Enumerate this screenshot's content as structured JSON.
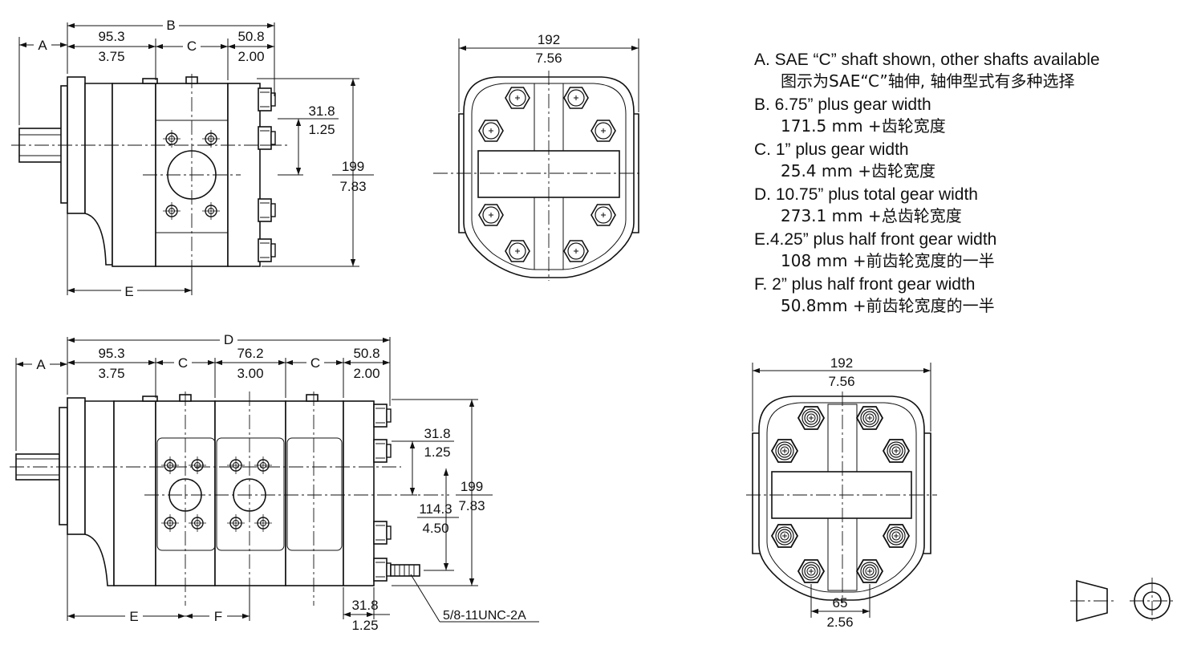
{
  "dims": {
    "a": "A",
    "b": "B",
    "c": "C",
    "d": "D",
    "e": "E",
    "f": "F",
    "d95": "95.3",
    "d375": "3.75",
    "d508": "50.8",
    "d200": "2.00",
    "d318": "31.8",
    "d125": "1.25",
    "d199": "199",
    "d783": "7.83",
    "d762": "76.2",
    "d300": "3.00",
    "d1143": "114.3",
    "d450": "4.50",
    "d192": "192",
    "d756": "7.56",
    "d65": "65",
    "d256": "2.56"
  },
  "thread_callout": "5/8-11UNC-2A",
  "notes": [
    {
      "en": "A. SAE “C” shaft shown, other shafts available",
      "zh": "图示为SAE“C”轴伸, 轴伸型式有多种选择"
    },
    {
      "en": "B. 6.75” plus gear width",
      "zh": "171.5 mm +齿轮宽度"
    },
    {
      "en": "C. 1” plus gear width",
      "zh": "25.4 mm +齿轮宽度"
    },
    {
      "en": "D. 10.75” plus total gear width",
      "zh": "273.1 mm +总齿轮宽度"
    },
    {
      "en": "E.4.25” plus half front gear width",
      "zh": "108 mm +前齿轮宽度的一半"
    },
    {
      "en": "F. 2” plus half front gear width",
      "zh": "50.8mm +前齿轮宽度的一半"
    }
  ]
}
